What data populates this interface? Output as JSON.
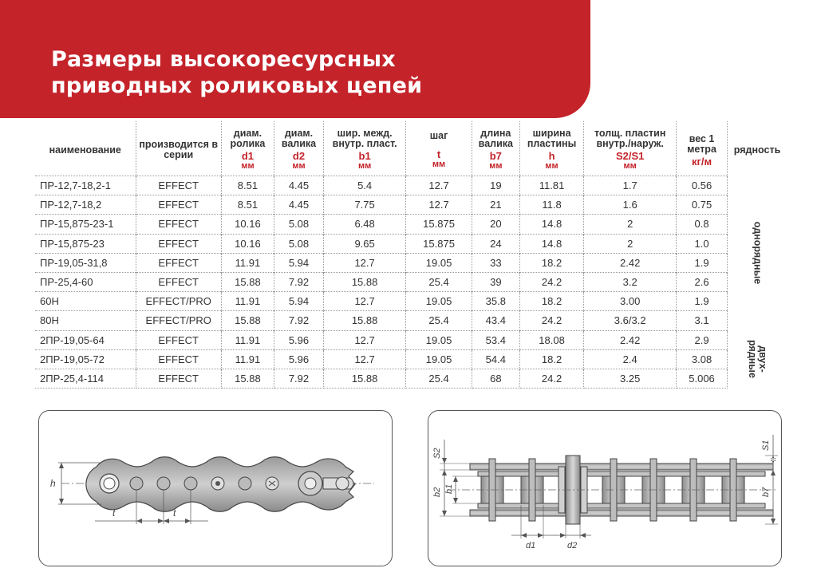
{
  "title": {
    "line1": "Размеры высокоресурсных",
    "line2": "приводных роликовых цепей"
  },
  "colors": {
    "accent": "#c4232a",
    "text": "#333333"
  },
  "table": {
    "headers": {
      "name": "наименование",
      "series": "производится в серии",
      "d1": {
        "label": "диам. ролика",
        "sym": "d1",
        "unit": "мм"
      },
      "d2": {
        "label": "диам. валика",
        "sym": "d2",
        "unit": "мм"
      },
      "b1": {
        "label": "шир. межд. внутр. пласт.",
        "sym": "b1",
        "unit": "мм"
      },
      "t": {
        "label": "шаг",
        "sym": "t",
        "unit": "мм"
      },
      "b7": {
        "label": "длина валика",
        "sym": "b7",
        "unit": "мм"
      },
      "h": {
        "label": "ширина пластины",
        "sym": "h",
        "unit": "мм"
      },
      "s": {
        "label": "толщ. пластин внутр./наруж.",
        "sym": "S2/S1",
        "unit": "мм"
      },
      "w": {
        "label": "вес 1 метра",
        "unit": "кг/м"
      },
      "rows": "рядность"
    },
    "rows": [
      [
        "ПР-12,7-18,2-1",
        "EFFECT",
        "8.51",
        "4.45",
        "5.4",
        "12.7",
        "19",
        "11.81",
        "1.7",
        "0.56"
      ],
      [
        "ПР-12,7-18,2",
        "EFFECT",
        "8.51",
        "4.45",
        "7.75",
        "12.7",
        "21",
        "11.8",
        "1.6",
        "0.75"
      ],
      [
        "ПР-15,875-23-1",
        "EFFECT",
        "10.16",
        "5.08",
        "6.48",
        "15.875",
        "20",
        "14.8",
        "2",
        "0.8"
      ],
      [
        "ПР-15,875-23",
        "EFFECT",
        "10.16",
        "5.08",
        "9.65",
        "15.875",
        "24",
        "14.8",
        "2",
        "1.0"
      ],
      [
        "ПР-19,05-31,8",
        "EFFECT",
        "11.91",
        "5.94",
        "12.7",
        "19.05",
        "33",
        "18.2",
        "2.42",
        "1.9"
      ],
      [
        "ПР-25,4-60",
        "EFFECT",
        "15.88",
        "7.92",
        "15.88",
        "25.4",
        "39",
        "24.2",
        "3.2",
        "2.6"
      ],
      [
        "60H",
        "EFFECT/PRO",
        "11.91",
        "5.94",
        "12.7",
        "19.05",
        "35.8",
        "18.2",
        "3.00",
        "1.9"
      ],
      [
        "80H",
        "EFFECT/PRO",
        "15.88",
        "7.92",
        "15.88",
        "25.4",
        "43.4",
        "24.2",
        "3.6/3.2",
        "3.1"
      ],
      [
        "2ПР-19,05-64",
        "EFFECT",
        "11.91",
        "5.96",
        "12.7",
        "19.05",
        "53.4",
        "18.08",
        "2.42",
        "2.9"
      ],
      [
        "2ПР-19,05-72",
        "EFFECT",
        "11.91",
        "5.96",
        "12.7",
        "19.05",
        "54.4",
        "18.2",
        "2.4",
        "3.08"
      ],
      [
        "2ПР-25,4-114",
        "EFFECT",
        "15.88",
        "7.92",
        "15.88",
        "25.4",
        "68",
        "24.2",
        "3.25",
        "5.006"
      ]
    ],
    "groups": {
      "single": "однорядные",
      "double": "двух-рядные"
    }
  },
  "diagram_left": {
    "h": "h",
    "t1": "t",
    "t2": "t"
  },
  "diagram_right": {
    "s2": "S2",
    "s1": "S1",
    "b2": "b2",
    "b1": "b1",
    "b7": "b7",
    "d1": "d1",
    "d2": "d2"
  }
}
